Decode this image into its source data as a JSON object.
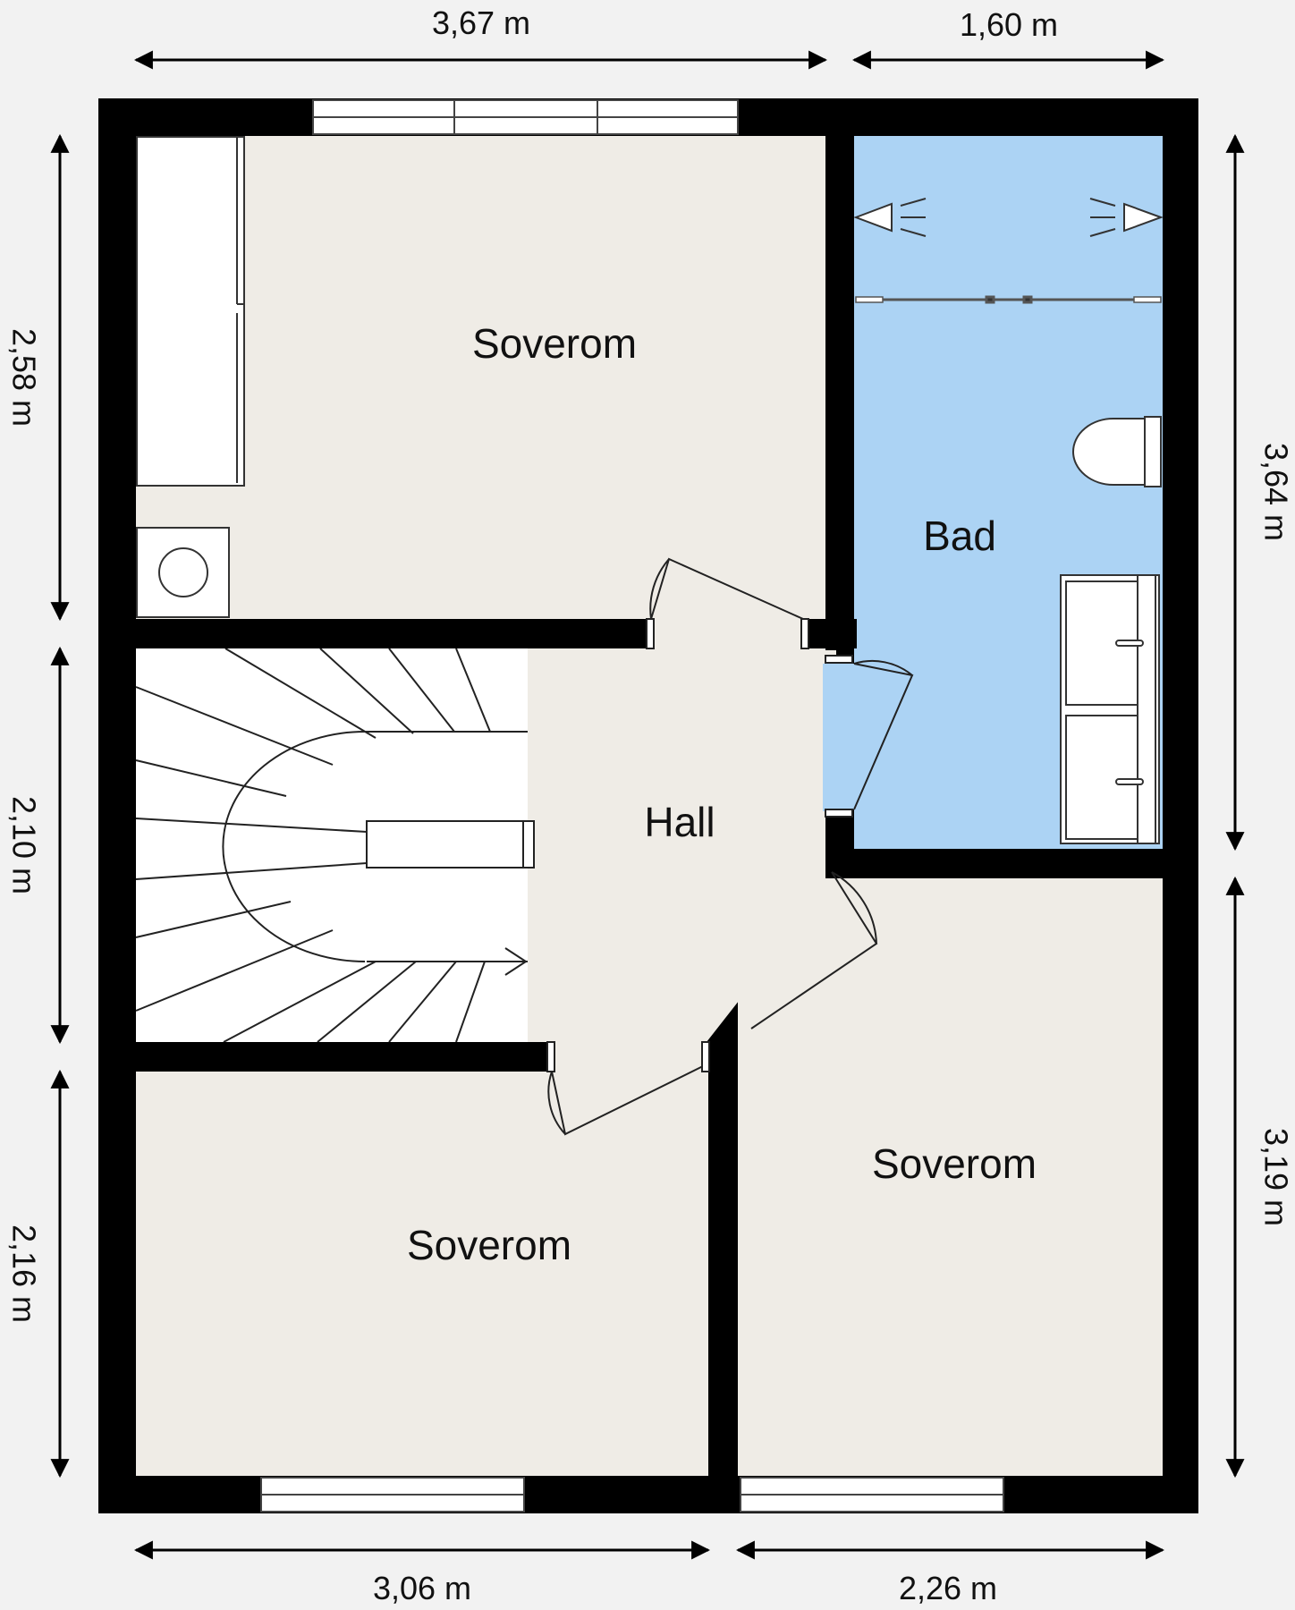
{
  "rooms": {
    "bedroom_top": "Soverom",
    "bathroom": "Bad",
    "hall": "Hall",
    "bedroom_bottom_left": "Soverom",
    "bedroom_bottom_right": "Soverom"
  },
  "dimensions": {
    "top_left": "3,67 m",
    "top_right": "1,60 m",
    "left_upper": "2,58 m",
    "left_middle": "2,10 m",
    "left_lower": "2,16 m",
    "right_upper": "3,64 m",
    "right_lower": "3,19 m",
    "bottom_left": "3,06 m",
    "bottom_right": "2,26 m"
  },
  "colors": {
    "wall": "#000000",
    "floor": "#efece6",
    "bathroom": "#acd3f4",
    "background": "#f2f2f2",
    "fixture": "#ffffff"
  }
}
